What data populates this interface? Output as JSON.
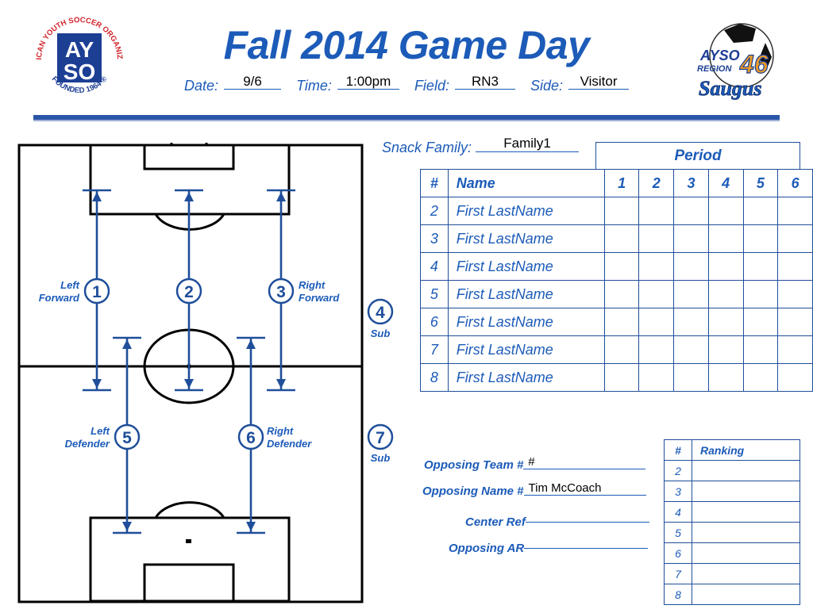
{
  "header": {
    "title": "Fall 2014 Game Day",
    "date_label": "Date:",
    "date_value": "9/6",
    "time_label": "Time:",
    "time_value": "1:00pm",
    "field_label": "Field:",
    "field_value": "RN3",
    "side_label": "Side:",
    "side_value": "Visitor"
  },
  "logos": {
    "left": {
      "top_text": "AMERICAN YOUTH SOCCER ORGANIZATION",
      "bottom_text": "FOUNDED 1964 ®",
      "letters": [
        "AY",
        "SO"
      ]
    },
    "right": {
      "ayso": "AYSO",
      "region": "REGION",
      "number": "46",
      "team": "Saugus"
    }
  },
  "field": {
    "positions": [
      {
        "num": "1",
        "label_line1": "Left",
        "label_line2": "Forward"
      },
      {
        "num": "2",
        "label_line1": "",
        "label_line2": ""
      },
      {
        "num": "3",
        "label_line1": "Right",
        "label_line2": "Forward"
      },
      {
        "num": "4",
        "label_line1": "Sub",
        "label_line2": ""
      },
      {
        "num": "5",
        "label_line1": "Left",
        "label_line2": "Defender"
      },
      {
        "num": "6",
        "label_line1": "Right",
        "label_line2": "Defender"
      },
      {
        "num": "7",
        "label_line1": "Sub",
        "label_line2": ""
      }
    ]
  },
  "snack": {
    "label": "Snack Family:",
    "value": "Family1"
  },
  "roster": {
    "period_label": "Period",
    "headers": [
      "#",
      "Name",
      "1",
      "2",
      "3",
      "4",
      "5",
      "6"
    ],
    "rows": [
      {
        "num": "2",
        "name": "First LastName"
      },
      {
        "num": "3",
        "name": "First LastName"
      },
      {
        "num": "4",
        "name": "First LastName"
      },
      {
        "num": "5",
        "name": "First LastName"
      },
      {
        "num": "6",
        "name": "First LastName"
      },
      {
        "num": "7",
        "name": "First LastName"
      },
      {
        "num": "8",
        "name": "First LastName"
      }
    ]
  },
  "opposing": {
    "team_label": "Opposing Team #",
    "team_value": "#",
    "name_label": "Opposing Name #",
    "name_value": "Tim McCoach",
    "ref_label": "Center Ref",
    "ref_value": "",
    "ar_label": "Opposing AR",
    "ar_value": ""
  },
  "ranking": {
    "headers": [
      "#",
      "Ranking"
    ],
    "rows": [
      "2",
      "3",
      "4",
      "5",
      "6",
      "7",
      "8"
    ]
  },
  "colors": {
    "primary": "#1c5bb8",
    "line": "#1f4e9a",
    "field": "#000000"
  }
}
